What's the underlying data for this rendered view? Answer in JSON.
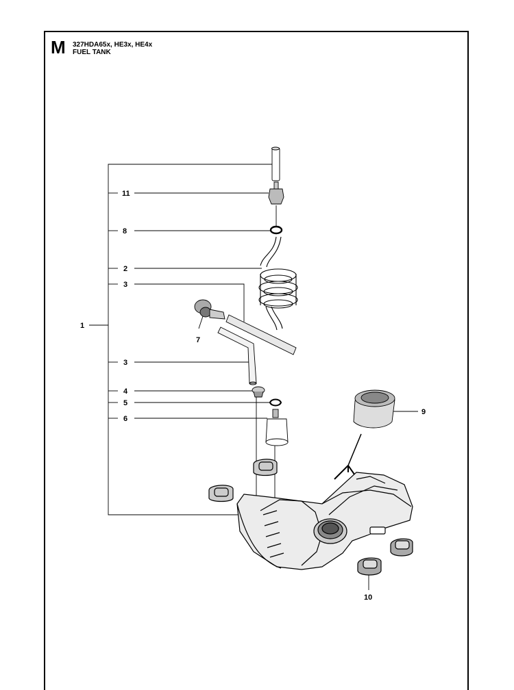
{
  "header": {
    "section_letter": "M",
    "models": "327HDA65x, HE3x, HE4x",
    "title": "FUEL TANK"
  },
  "callouts": [
    "1",
    "2",
    "3",
    "3",
    "4",
    "5",
    "6",
    "7",
    "8",
    "9",
    "10",
    "11"
  ]
}
